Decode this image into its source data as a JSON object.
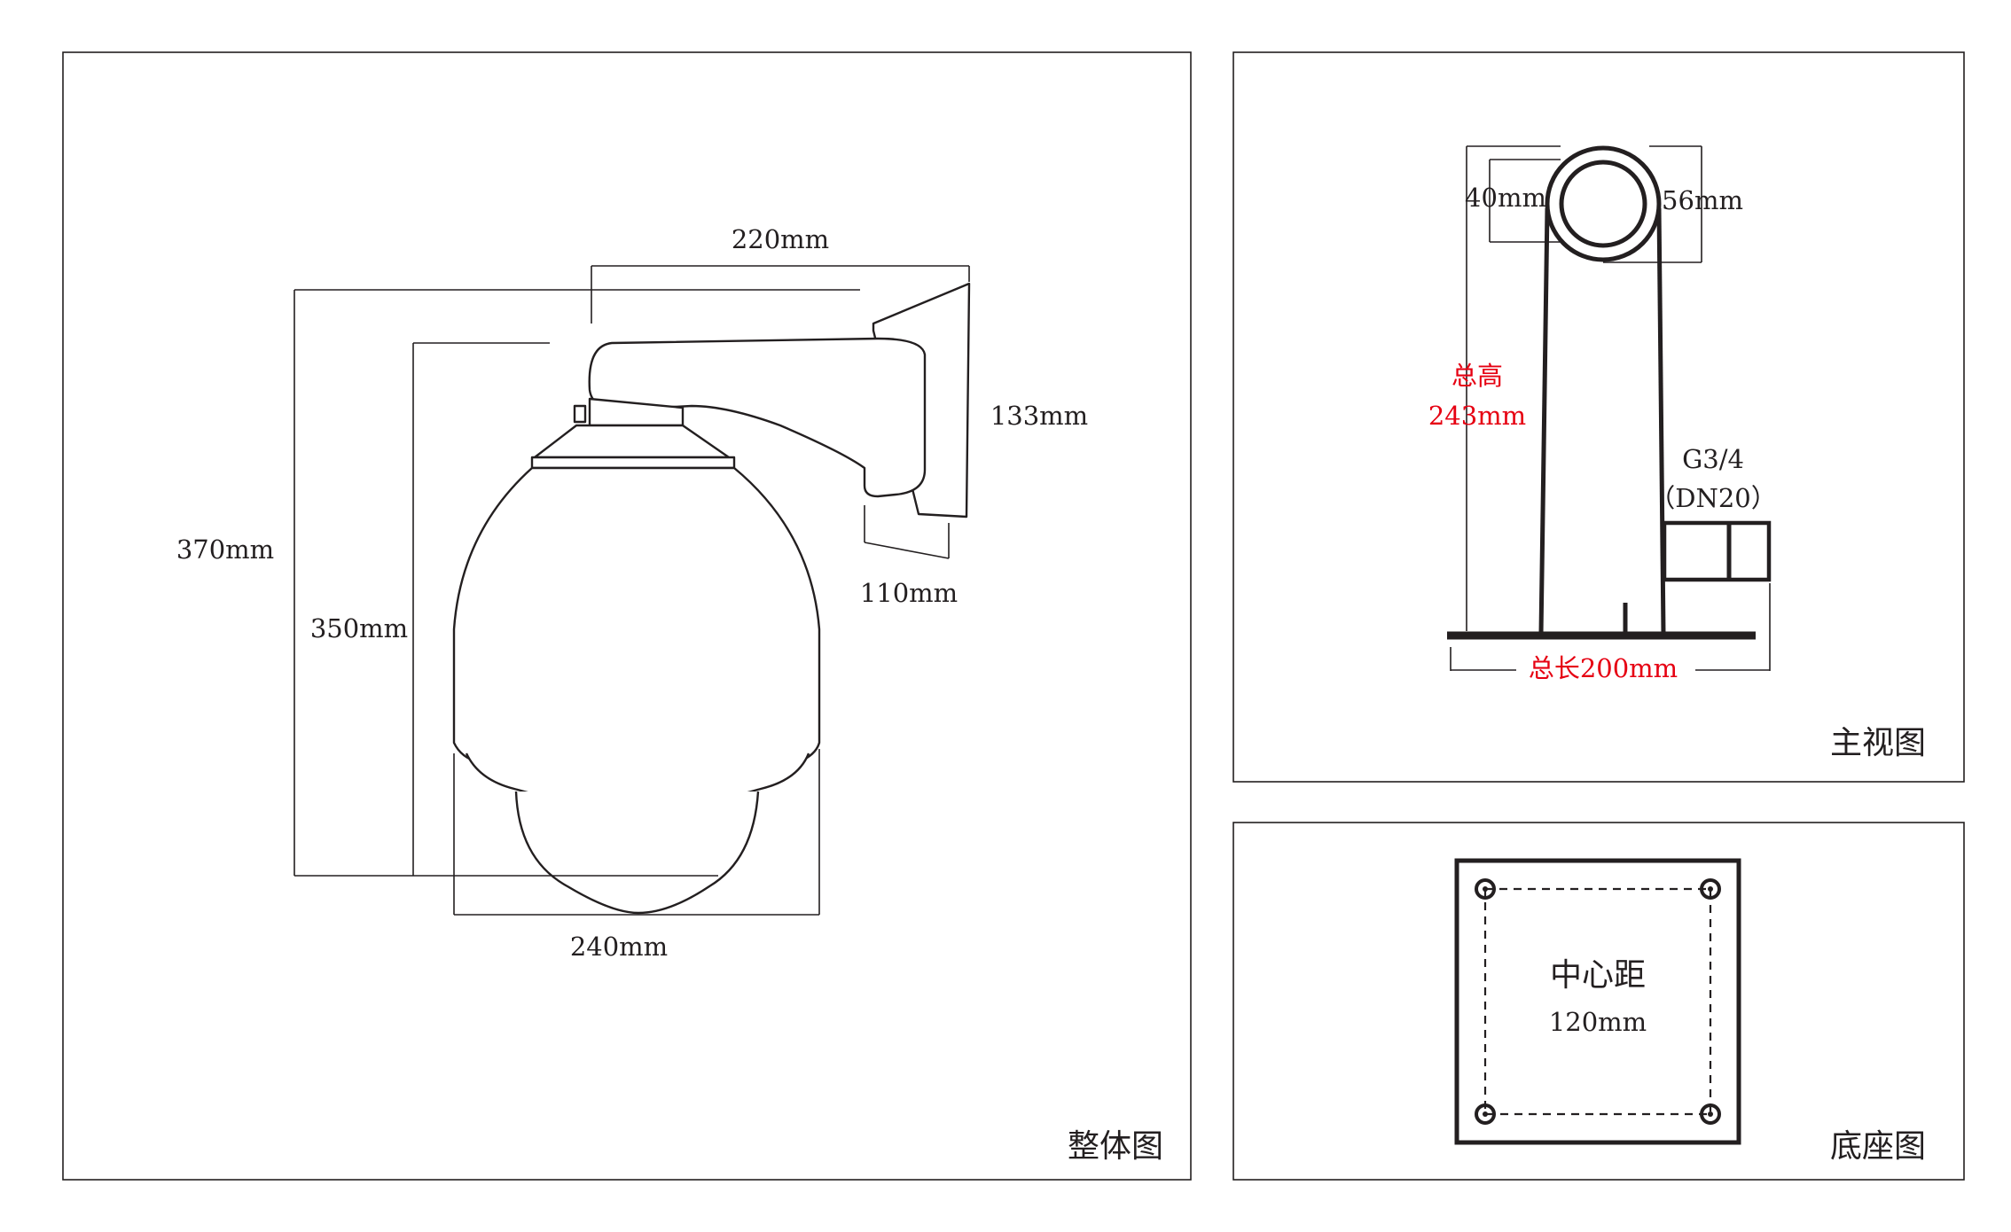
{
  "panels": {
    "overall": {
      "title": "整体图",
      "labels": {
        "width_top": "220mm",
        "height_total": "370mm",
        "height_body": "350mm",
        "bracket_height": "133mm",
        "bracket_depth": "110mm",
        "bottom_width": "240mm"
      }
    },
    "front": {
      "title": "主视图",
      "labels": {
        "inner_diameter": "40mm",
        "outer_diameter": "56mm",
        "total_height_title": "总高",
        "total_height_value": "243mm",
        "thread_spec": "G3/4",
        "thread_dn": "（DN20）",
        "total_length": "总长200mm"
      }
    },
    "base": {
      "title": "底座图",
      "labels": {
        "center_distance_title": "中心距",
        "center_distance_value": "120mm"
      }
    }
  },
  "colors": {
    "line": "#231f20",
    "accent_red": "#e60012",
    "panel_border": "#231f20"
  }
}
